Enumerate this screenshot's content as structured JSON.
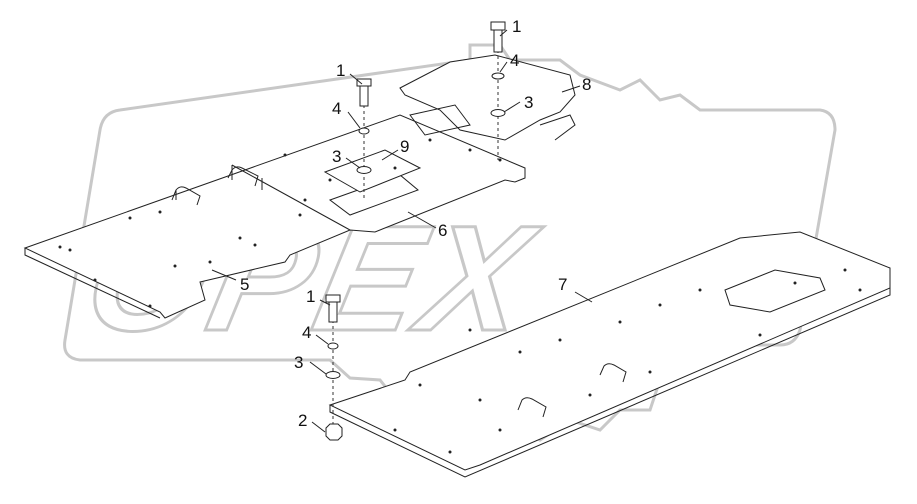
{
  "watermark": {
    "text": "OPEX"
  },
  "callouts": [
    {
      "id": "c1a",
      "label": "1"
    },
    {
      "id": "c1b",
      "label": "1"
    },
    {
      "id": "c1c",
      "label": "1"
    },
    {
      "id": "c2",
      "label": "2"
    },
    {
      "id": "c3a",
      "label": "3"
    },
    {
      "id": "c3b",
      "label": "3"
    },
    {
      "id": "c3c",
      "label": "3"
    },
    {
      "id": "c4a",
      "label": "4"
    },
    {
      "id": "c4b",
      "label": "4"
    },
    {
      "id": "c4c",
      "label": "4"
    },
    {
      "id": "c5",
      "label": "5"
    },
    {
      "id": "c6",
      "label": "6"
    },
    {
      "id": "c7",
      "label": "7"
    },
    {
      "id": "c8",
      "label": "8"
    },
    {
      "id": "c9",
      "label": "9"
    }
  ],
  "colors": {
    "line": "#222222",
    "watermark": "#c8c8c8",
    "background": "#ffffff"
  }
}
